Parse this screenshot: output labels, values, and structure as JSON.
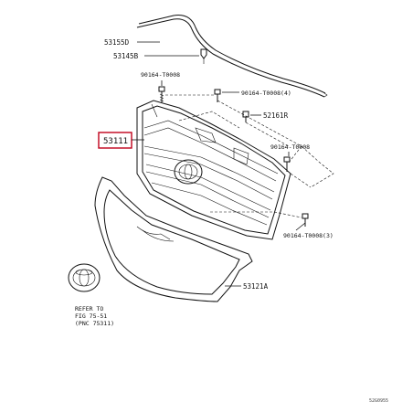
{
  "parts": {
    "molding": "53155D",
    "clip_top": "53145B",
    "bolt_left": "90164-T0008",
    "bolt_upper": "90164-T0008(4)",
    "retainer": "52161R",
    "grille": "53111",
    "bolt_right": "90164-T0008",
    "bolt_lower": "90164-T0008(3)",
    "cover": "53121A"
  },
  "reference": {
    "line1": "REFER TO",
    "line2": "FIG 75-51",
    "line3": "(PNC 75311)"
  },
  "diagram_code": "52G0955",
  "colors": {
    "highlight_box": "#c0001a",
    "line": "#111111"
  }
}
